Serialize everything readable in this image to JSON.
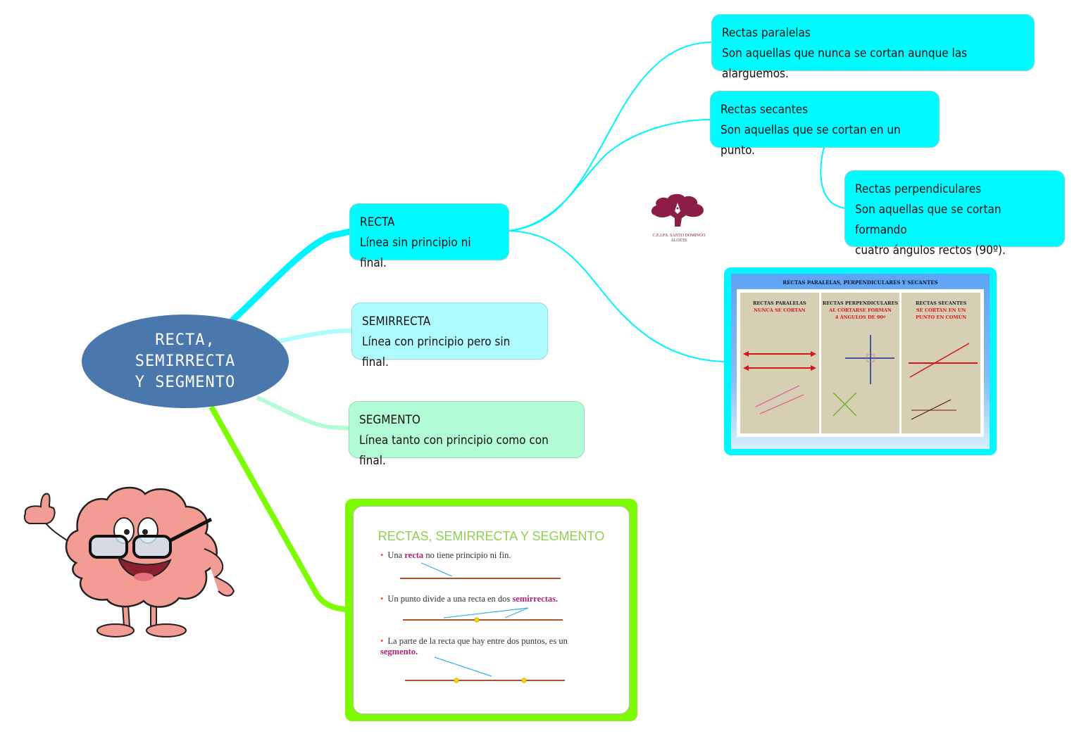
{
  "central_topic": {
    "lines": [
      "RECTA,",
      "SEMIRRECTA",
      "Y SEGMENTO"
    ],
    "color": "#4a78ad"
  },
  "branches": {
    "recta": {
      "title": "RECTA",
      "text": "Línea sin principio ni final.",
      "color": "#00fbff"
    },
    "semirrecta": {
      "title": "SEMIRRECTA",
      "text": "Línea con principio pero sin final.",
      "color": "#aefcff"
    },
    "segmento": {
      "title": "SEGMENTO",
      "text": "Línea tanto con principio como con final.",
      "color": "#b3fdd6"
    }
  },
  "subtopics": {
    "paralelas": {
      "title": "Rectas paralelas",
      "text": "Son aquellas que nunca se cortan aunque las alarguemos."
    },
    "secantes": {
      "title": "Rectas secantes",
      "text": "Son aquellas que se cortan en un punto."
    },
    "perpendiculares": {
      "title": "Rectas perpendiculares",
      "text_lines": [
        "Son aquellas que se cortan formando",
        "cuatro ángulos rectos (90º)."
      ]
    }
  },
  "logo": {
    "icon": "tree-pen-icon",
    "lines": [
      "C.E.I.P.S. SANTO DOMINGO",
      "ALGETE"
    ],
    "color": "#7b1838"
  },
  "image_rectas": {
    "title": "RECTAS PARALELAS, PERPENDICULARES Y SECANTES",
    "panels": [
      {
        "heading": "RECTAS PARALELAS",
        "sub": [
          "NUNCA SE CORTAN"
        ]
      },
      {
        "heading": "RECTAS PERPENDICULARES",
        "sub": [
          "AL CORTARSE FORMAN",
          "4 ÁNGULOS DE 90º"
        ]
      },
      {
        "heading": "RECTAS SECANTES",
        "sub": [
          "SE CORTAN EN UN",
          "PUNTO EN COMÚN"
        ]
      }
    ]
  },
  "image_slide": {
    "title": "RECTAS, SEMIRRECTA Y SEGMENTO",
    "bullets": [
      {
        "before": "Una ",
        "highlight": "recta",
        "after": " no tiene principio ni fin."
      },
      {
        "before": "Un punto divide a una recta en dos ",
        "highlight": "semirrectas.",
        "after": ""
      },
      {
        "before": "La parte de la recta que hay entre dos puntos, es un",
        "highlight": "segmento.",
        "after": ""
      }
    ]
  },
  "mascot": {
    "icon": "brain-mascot-icon"
  },
  "colors": {
    "link_cyan": "#00f4ff",
    "link_light": "#aefcff",
    "link_mint": "#b3fdd6",
    "link_green": "#7cfc00"
  }
}
